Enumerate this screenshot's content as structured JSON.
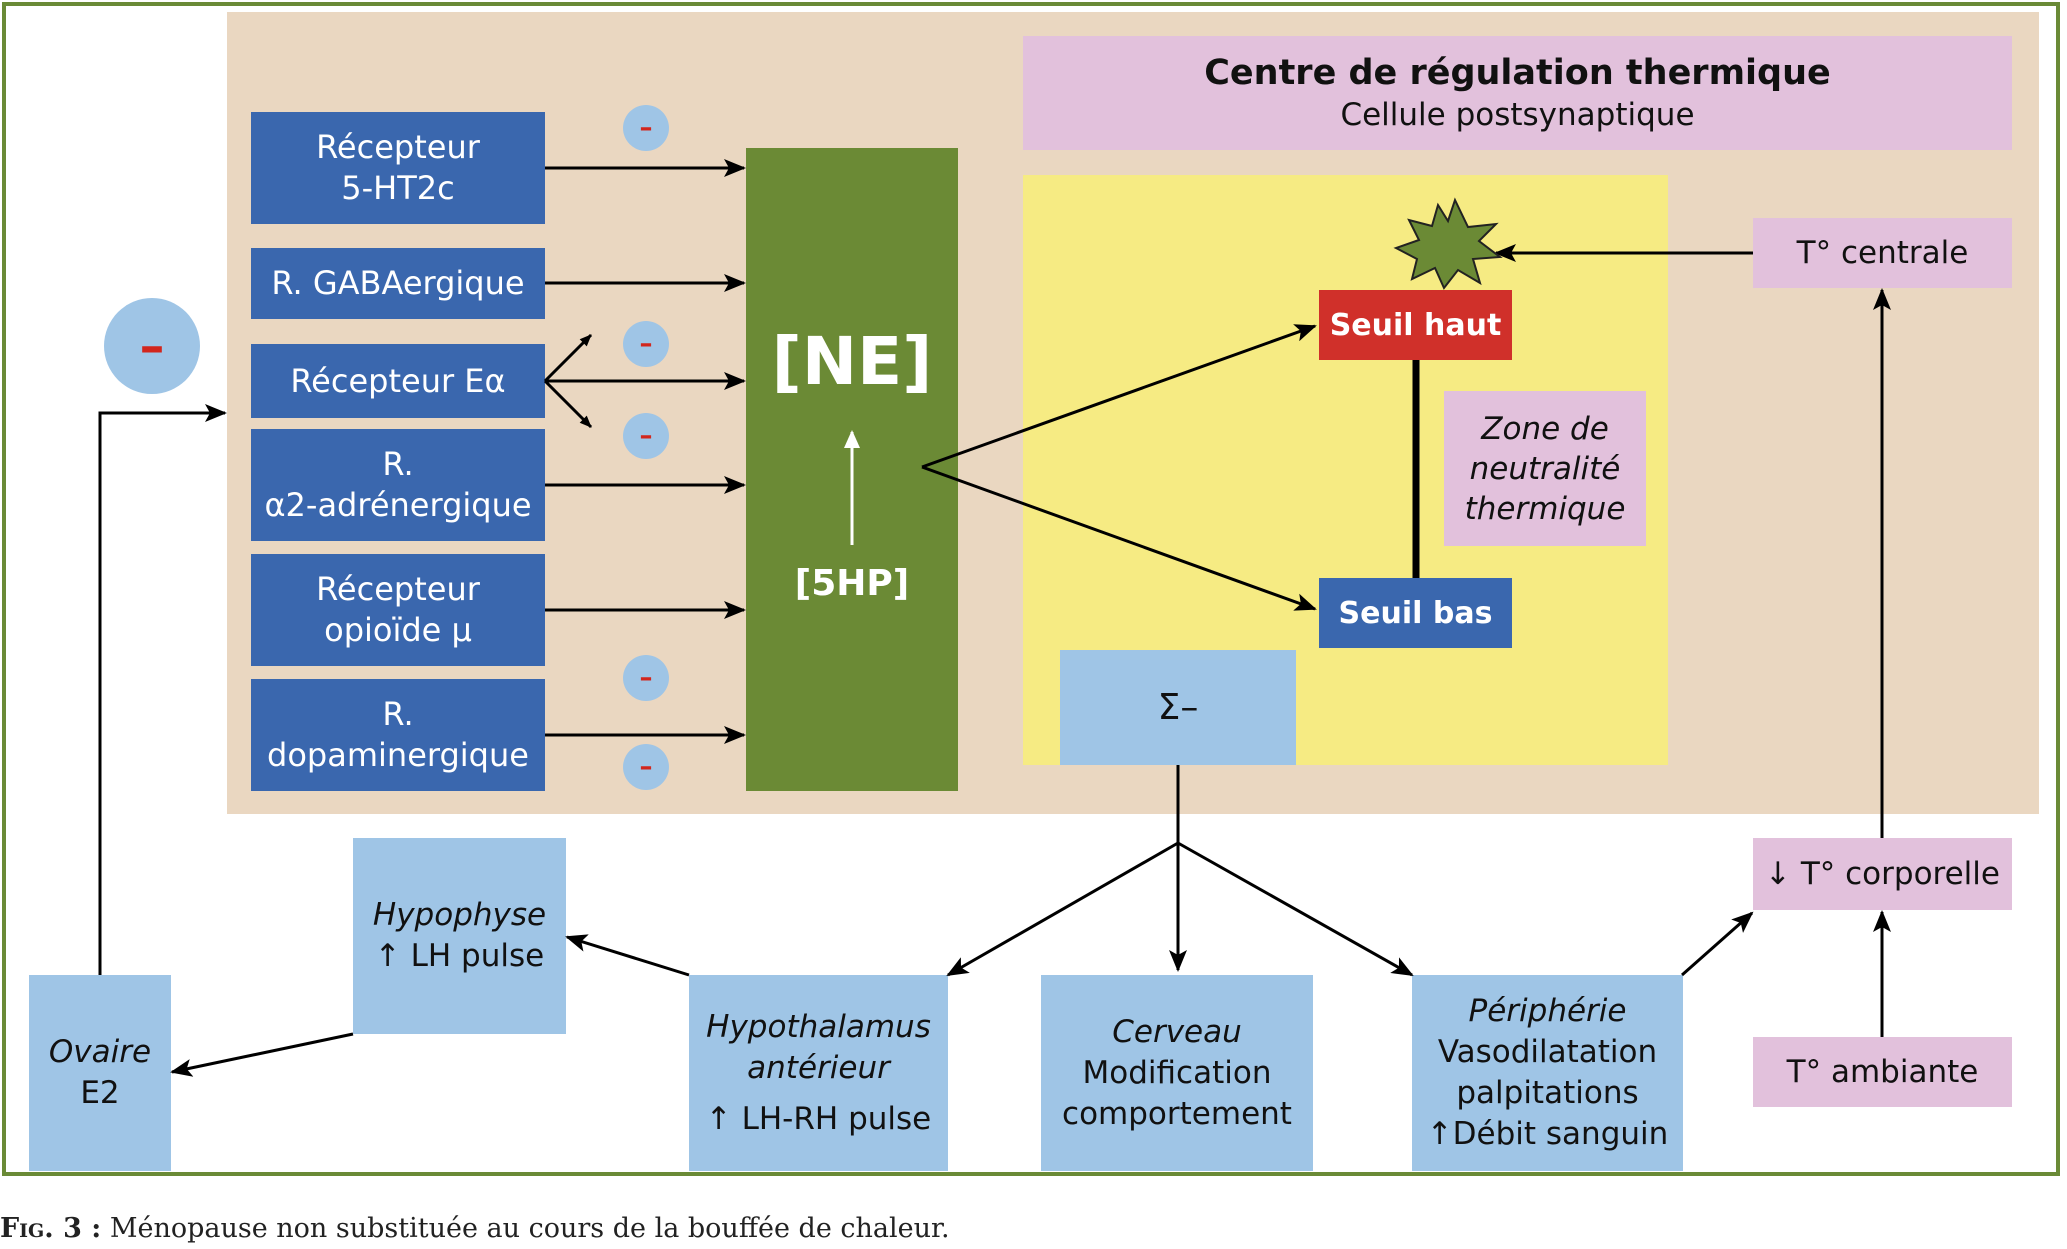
{
  "header": {
    "title": "Centre de régulation thermique",
    "subtitle": "Cellule postsynaptique"
  },
  "receptors": [
    {
      "line1": "Récepteur",
      "line2": "5-HT2c"
    },
    {
      "line1": "R. GABAergique",
      "line2": ""
    },
    {
      "line1": "Récepteur Eα",
      "line2": ""
    },
    {
      "line1": "R.",
      "line2": "α2-adrénergique"
    },
    {
      "line1": "Récepteur",
      "line2": "opioïde μ"
    },
    {
      "line1": "R.",
      "line2": "dopaminergique"
    }
  ],
  "minus_symbol": "–",
  "center": {
    "ne": "[NE]",
    "fivehp": "[5HP]"
  },
  "thresholds": {
    "high": "Seuil haut",
    "low": "Seuil bas"
  },
  "zone": {
    "line1": "Zone de",
    "line2": "neutralité",
    "line3": "thermique"
  },
  "sigma": "Σ–",
  "temps": {
    "central": "T° centrale",
    "body": "↓ T° corporelle",
    "ambient": "T° ambiante"
  },
  "outputs": {
    "hypophyse": {
      "line1": "Hypophyse",
      "line2": "↑ LH pulse"
    },
    "ovaire": {
      "line1": "Ovaire",
      "line2": "E2"
    },
    "hypothalamus": {
      "line1": "Hypothalamus",
      "line2": "antérieur",
      "line3": "↑ LH-RH pulse"
    },
    "cerveau": {
      "line1": "Cerveau",
      "line2": "Modification",
      "line3": "comportement"
    },
    "peripherie": {
      "line1": "Périphérie",
      "line2": "Vasodilatation",
      "line3": "palpitations",
      "line4": "↑Débit sanguin"
    }
  },
  "caption": {
    "label": "Fig. 3 :",
    "text": " Ménopause non substituée au cours de la bouffée de chaleur."
  },
  "colors": {
    "receptor_blue": "#3a67ae",
    "light_blue": "#9fc5e6",
    "green": "#6b8a35",
    "red": "#d0302a",
    "pink": "#e2c1dc",
    "yellow": "#f6eb83",
    "beige": "#ead7c1"
  }
}
